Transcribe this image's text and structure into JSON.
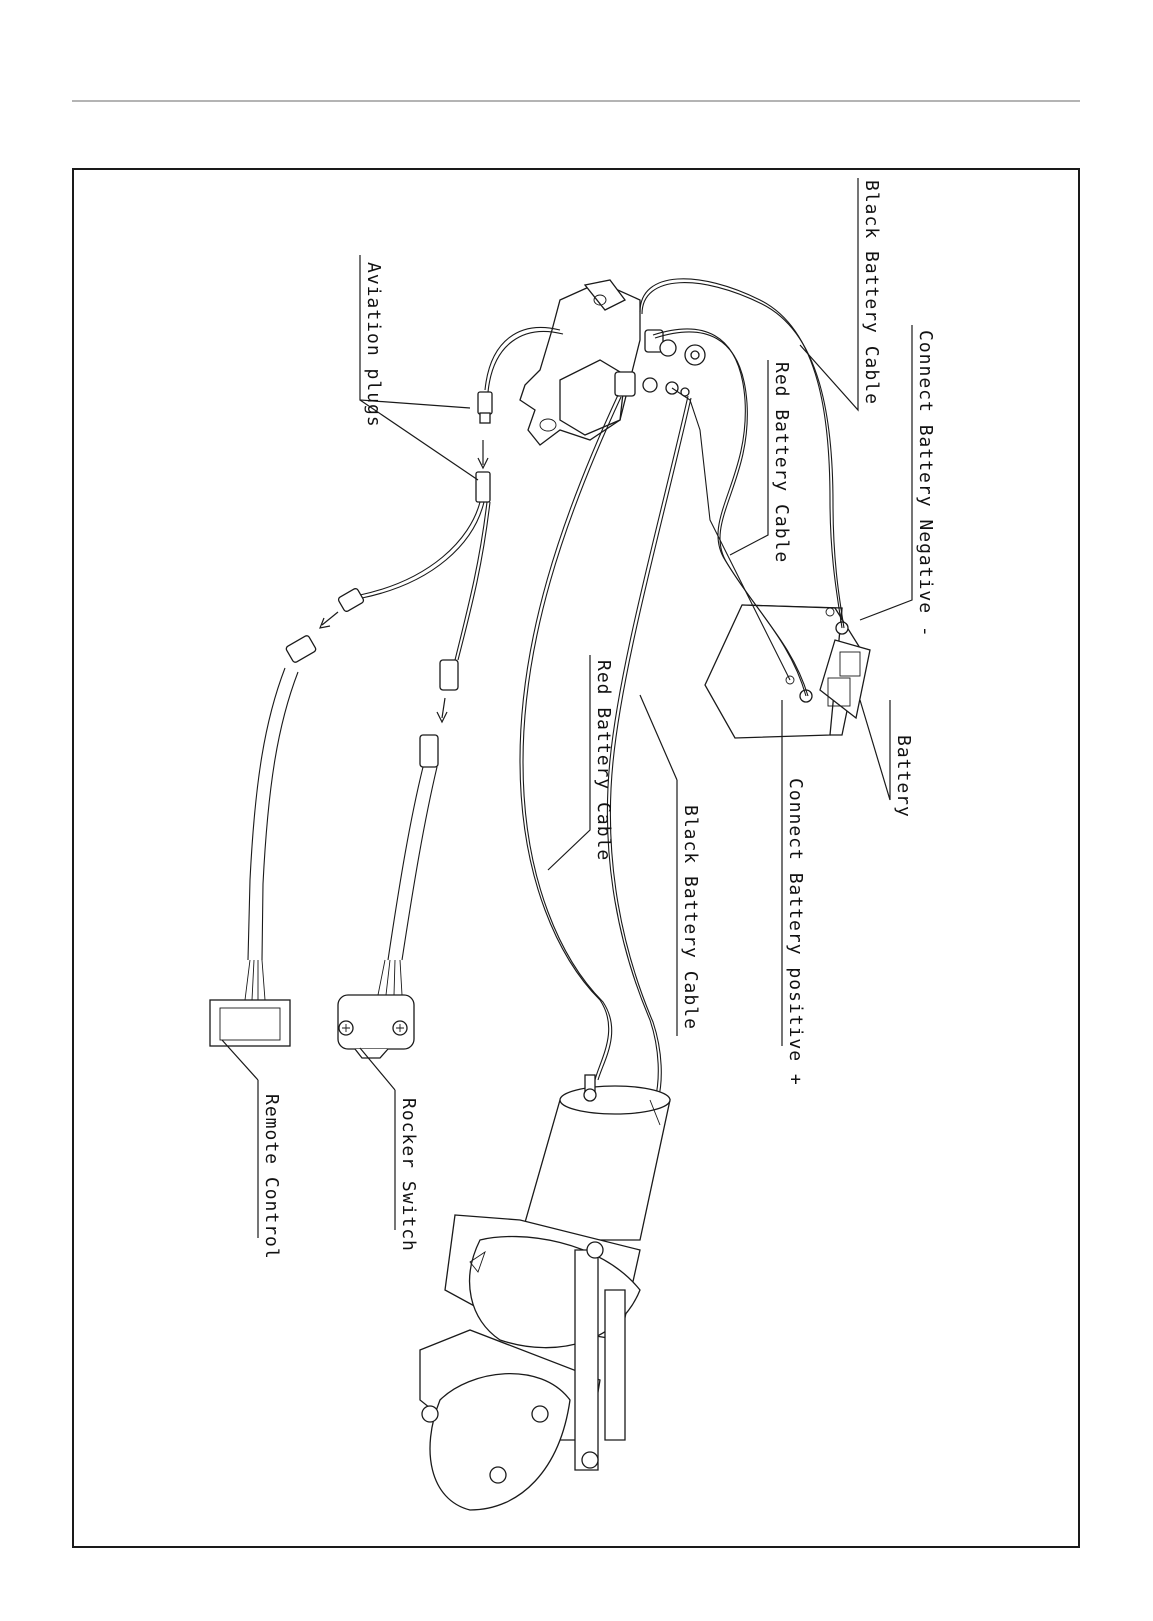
{
  "labels": {
    "black_battery_cable_top": "Black Battery Cable",
    "connect_negative": "Connect Battery Negative -",
    "red_battery_cable_top": "Red Battery Cable",
    "aviation_plugs": "Aviation plugs",
    "battery": "Battery",
    "connect_positive": "Connect Battery positive +",
    "red_battery_cable_mid": "Red Battery Cable",
    "black_battery_cable_mid": "Black Battery Cable",
    "rocker_switch": "Rocker Switch",
    "remote_control": "Remote Control"
  },
  "colors": {
    "line": "#1a1a1a",
    "rule": "#b4b4b4"
  }
}
